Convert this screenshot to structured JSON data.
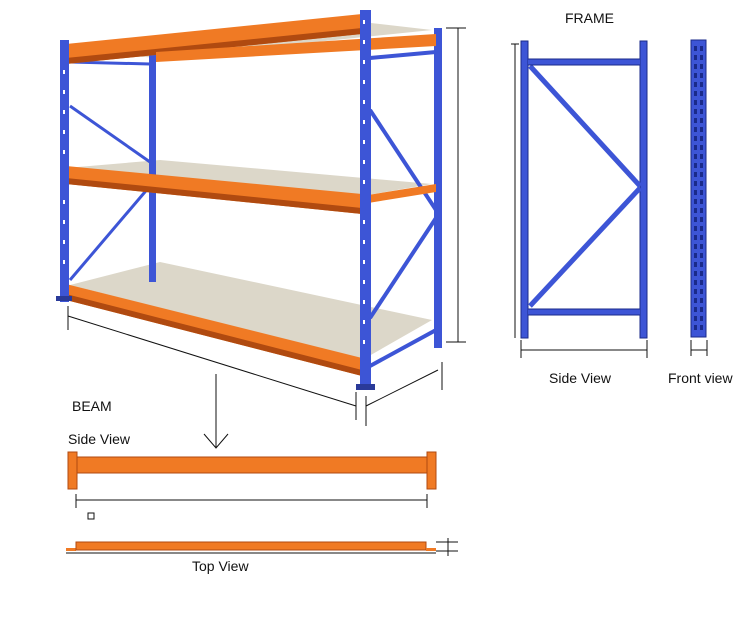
{
  "labels": {
    "frame_title": "FRAME",
    "frame_side_view": "Side View",
    "frame_front_view": "Front view",
    "beam_title": "BEAM",
    "beam_side_view": "Side View",
    "beam_top_view": "Top View"
  },
  "colors": {
    "upright_blue": "#3d55d6",
    "beam_orange": "#f07a24",
    "shelf_board": "#dcd7c9",
    "dimension_line": "#111111"
  }
}
